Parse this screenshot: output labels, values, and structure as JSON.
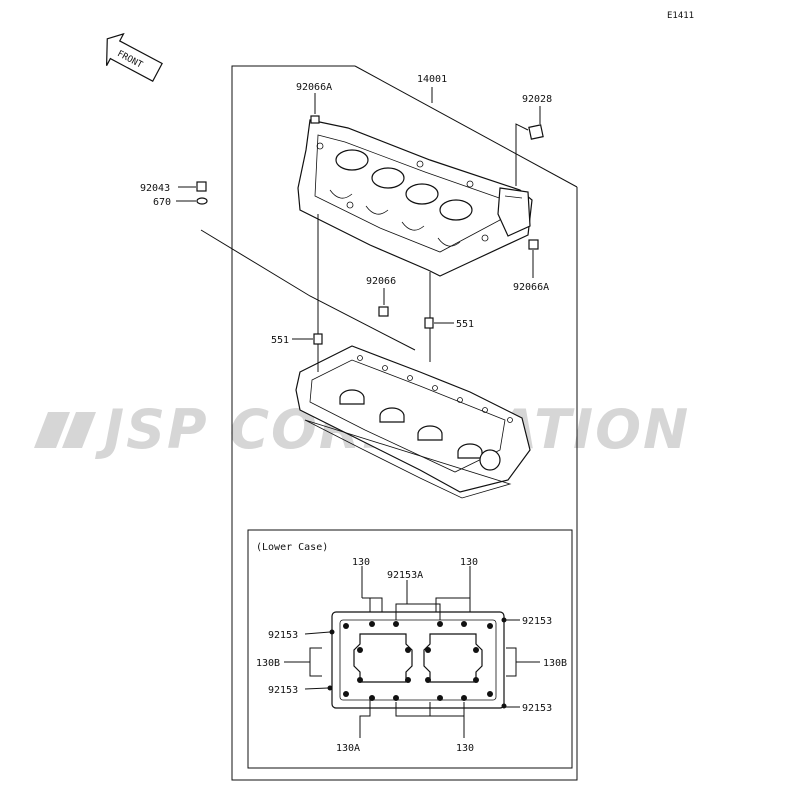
{
  "diagram_code": "E1411",
  "front_arrow_label": "FRONT",
  "watermark_text": "JSP CORPORATION",
  "inset_title": "(Lower Case)",
  "labels": {
    "p14001": "14001",
    "p92066A_top": "92066A",
    "p92028": "92028",
    "p92066A_right": "92066A",
    "p92043": "92043",
    "p670": "670",
    "p92066": "92066",
    "p551_left": "551",
    "p551_right": "551",
    "i130_tl": "130",
    "i92153A": "92153A",
    "i130_tr": "130",
    "i92153_lt": "92153",
    "i92153_rt": "92153",
    "i130B_l": "130B",
    "i130B_r": "130B",
    "i92153_lb": "92153",
    "i92153_rb": "92153",
    "i130A": "130A",
    "i130_b": "130"
  },
  "colors": {
    "line": "#111111",
    "watermark": "#d6d6d6",
    "background": "#ffffff"
  }
}
